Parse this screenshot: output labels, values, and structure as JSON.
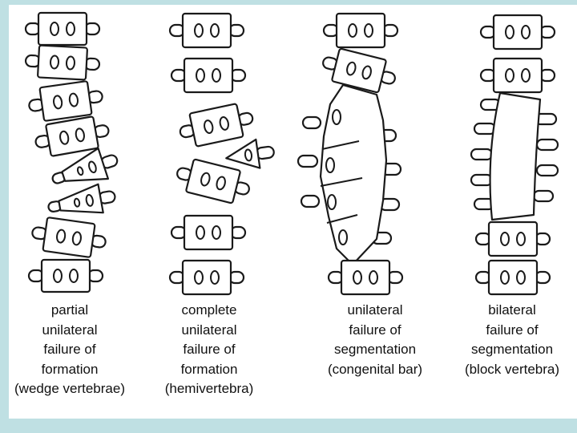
{
  "colors": {
    "border": "#bfe0e3",
    "line": "#1a1a1a",
    "background": "#ffffff"
  },
  "captions": [
    {
      "lines": [
        "partial",
        "unilateral",
        "failure of",
        "formation",
        "(wedge vertebrae)"
      ]
    },
    {
      "lines": [
        "complete",
        "unilateral",
        "failure of",
        "formation",
        "(hemivertebra)"
      ]
    },
    {
      "lines": [
        "unilateral",
        "failure of",
        "segmentation",
        "(congenital bar)"
      ]
    },
    {
      "lines": [
        "bilateral",
        "failure of",
        "segmentation",
        "(block vertebra)"
      ]
    }
  ]
}
